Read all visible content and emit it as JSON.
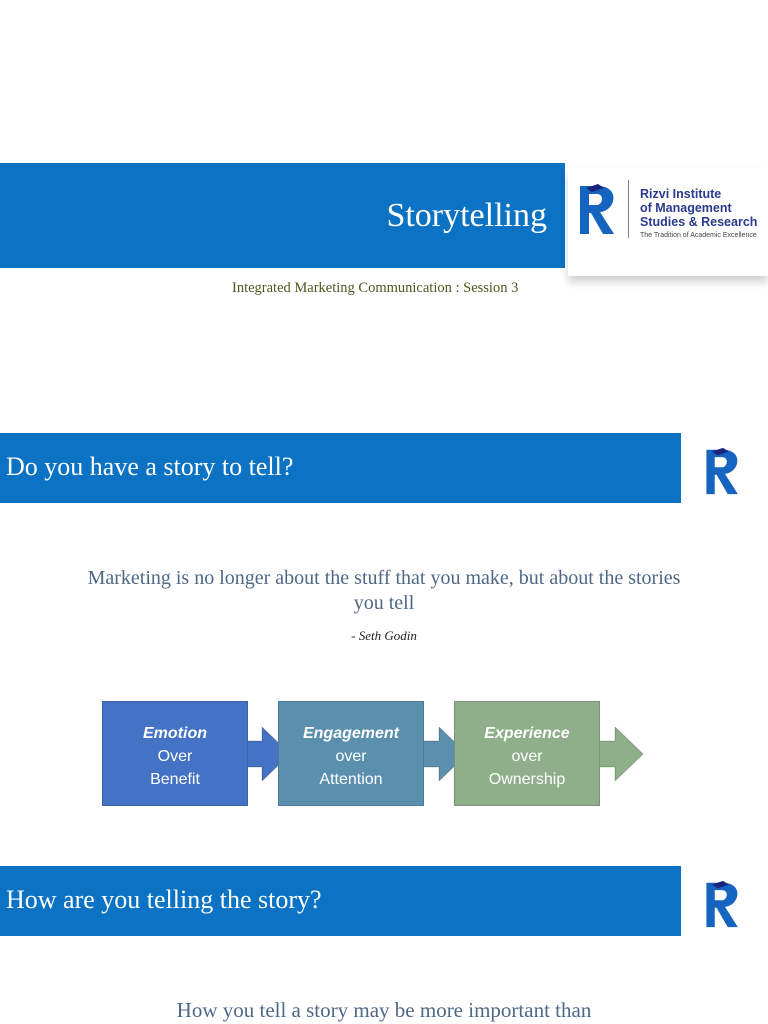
{
  "slide1": {
    "title": "Storytelling",
    "subtitle": "Integrated Marketing Communication : Session 3",
    "logo": {
      "line1": "Rizvi Institute",
      "line2": "of Management",
      "line3": "Studies & Research",
      "tagline": "The Tradition of Academic Excellence"
    }
  },
  "slide2": {
    "heading": "Do you have a story to tell?",
    "quote_line1": "Marketing is no longer about the stuff that you make, but about the stories",
    "quote_line2": "you tell",
    "author": "- Seth Godin",
    "boxes": [
      {
        "lead": "Emotion",
        "line2": "Over",
        "line3": "Benefit",
        "color": "#4472c4"
      },
      {
        "lead": "Engagement",
        "line2": "over",
        "line3": "Attention",
        "color": "#5b8fae"
      },
      {
        "lead": "Experience",
        "line2": "over",
        "line3": "Ownership",
        "color": "#8faf8a"
      }
    ]
  },
  "slide3": {
    "heading": "How are you telling the story?",
    "body": "How you tell a story may be more important than"
  },
  "colors": {
    "brand_blue": "#0b72c4",
    "logo_navy": "#2b3a8c"
  }
}
